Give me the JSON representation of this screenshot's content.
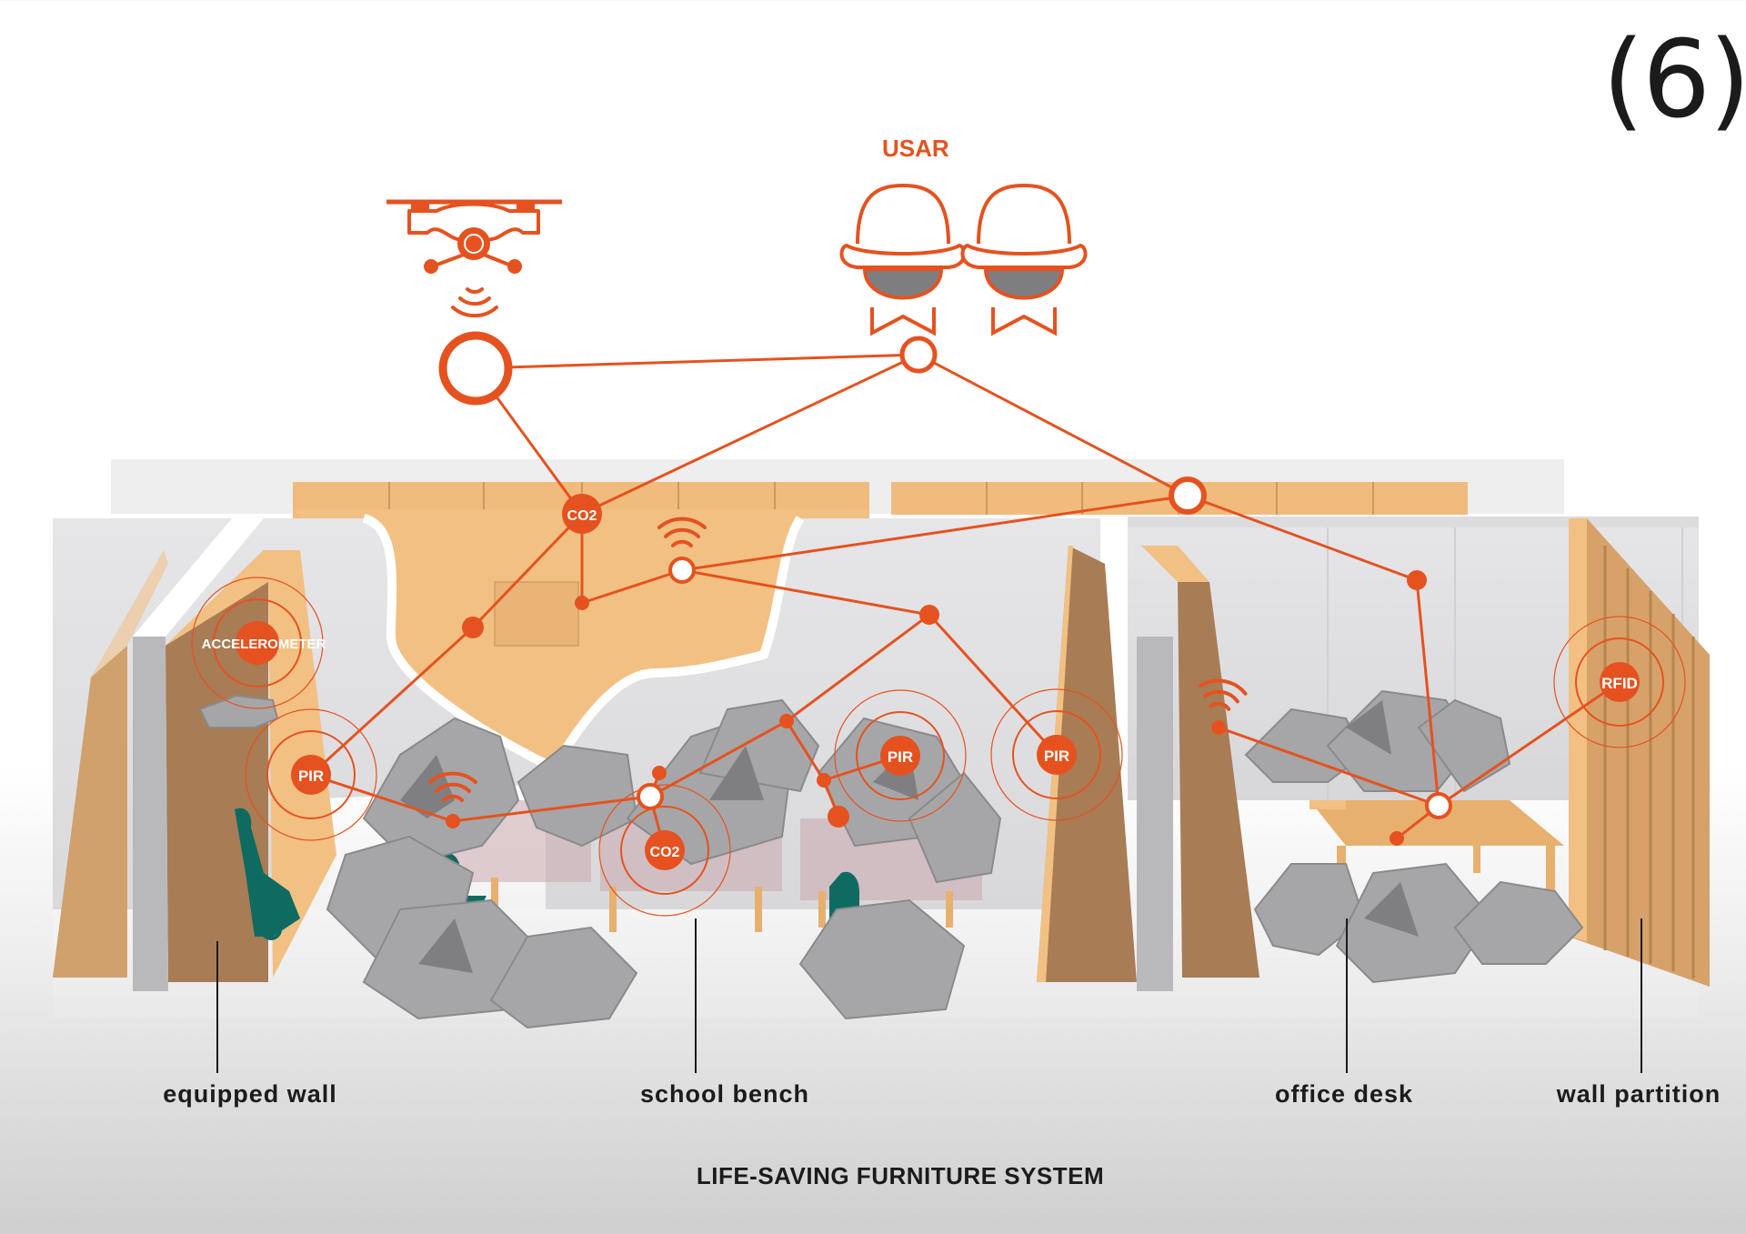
{
  "figure_number": "(6)",
  "usar_label": "USAR",
  "system_title": "LIFE-SAVING FURNITURE SYSTEM",
  "colors": {
    "accent": "#e5521f",
    "wood_light": "#f2c082",
    "wood_dark": "#a87c55",
    "wall": "#e3e3e5",
    "rubble": "#9b9b9d",
    "victim": "#0f6b62",
    "text": "#1b1b1b"
  },
  "icons": {
    "drone": "drone-icon",
    "rescuer": "rescuer-helmet-icon",
    "wifi": "wireless-signal-icon"
  },
  "sensors": {
    "accelerometer": "ACCELEROMETER",
    "pir_1": "PIR",
    "pir_2": "PIR",
    "pir_3": "PIR",
    "co2_1": "CO2",
    "co2_2": "CO2",
    "rfid": "RFID"
  },
  "furniture_labels": {
    "equipped_wall": "equipped wall",
    "school_bench": "school bench",
    "office_desk": "office desk",
    "wall_partition": "wall partition"
  }
}
